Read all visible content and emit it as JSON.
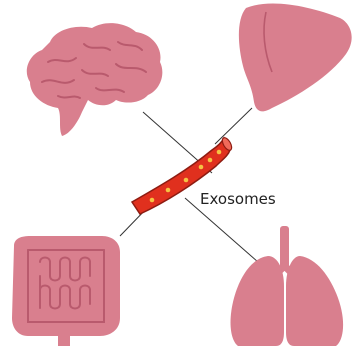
{
  "diagram": {
    "center_label": "Exosomes",
    "nodes": [
      {
        "id": "brain",
        "icon": "brain-icon"
      },
      {
        "id": "liver",
        "icon": "liver-icon"
      },
      {
        "id": "intestine",
        "icon": "intestine-icon"
      },
      {
        "id": "lungs",
        "icon": "lungs-icon"
      }
    ],
    "center_icon": "blood-vessel-icon",
    "colors": {
      "organ_fill": "#D97F8E",
      "organ_detail": "#B95A6D",
      "vessel_fill": "#E0301E",
      "vessel_outline": "#8E1C12",
      "exosome_dots": "#F5C343",
      "connector": "#333333"
    }
  }
}
